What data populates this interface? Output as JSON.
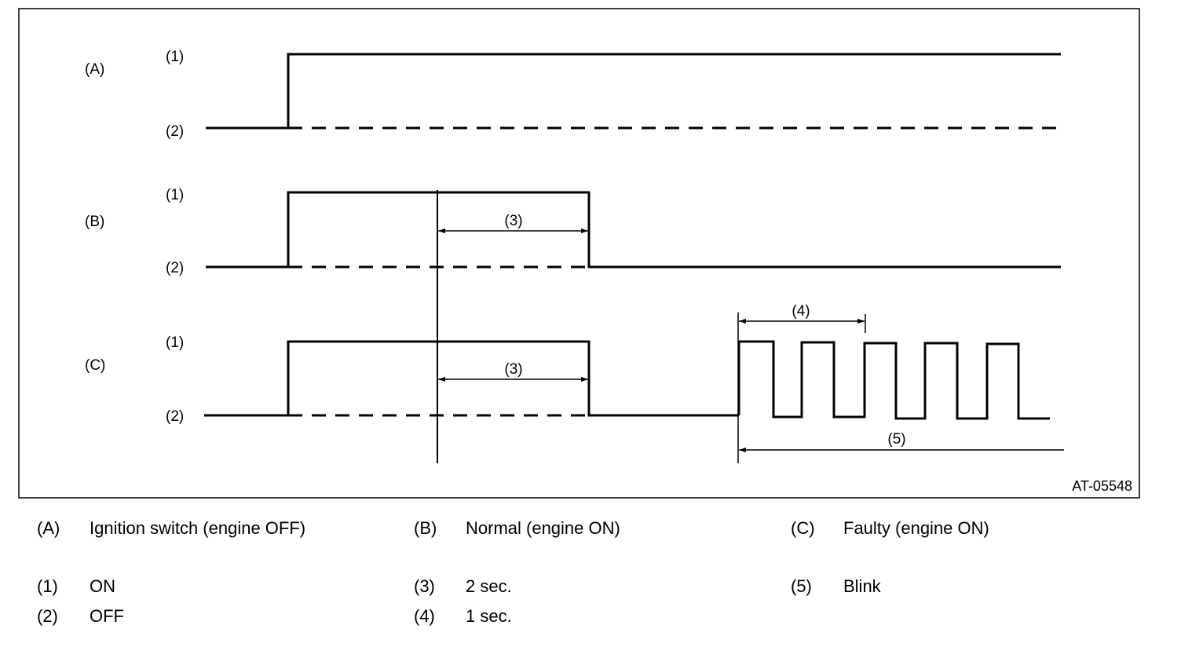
{
  "diagram": {
    "rows": [
      {
        "id": "A",
        "label": "(A)",
        "on": "(1)",
        "off": "(2)"
      },
      {
        "id": "B",
        "label": "(B)",
        "on": "(1)",
        "off": "(2)"
      },
      {
        "id": "C",
        "label": "(C)",
        "on": "(1)",
        "off": "(2)"
      }
    ],
    "intervals": {
      "b_span": "(3)",
      "c_span": "(3)",
      "blink_period": "(4)",
      "blink": "(5)"
    },
    "figure_code": "AT-05548"
  },
  "legend": {
    "items": [
      {
        "key": "(A)",
        "text": "Ignition switch (engine OFF)"
      },
      {
        "key": "(B)",
        "text": "Normal (engine ON)"
      },
      {
        "key": "(C)",
        "text": "Faulty (engine ON)"
      },
      {
        "key": "(1)",
        "text": "ON"
      },
      {
        "key": "(3)",
        "text": "2 sec."
      },
      {
        "key": "(5)",
        "text": "Blink"
      },
      {
        "key": "(2)",
        "text": "OFF"
      },
      {
        "key": "(4)",
        "text": "1 sec."
      }
    ]
  }
}
